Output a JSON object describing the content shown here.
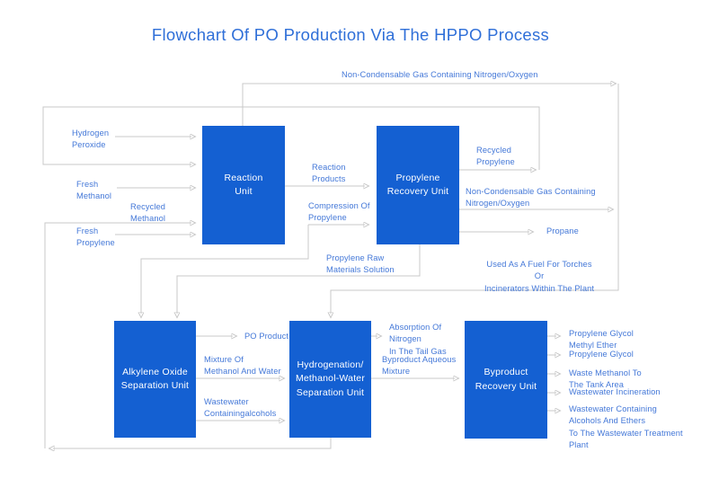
{
  "title": "Flowchart Of PO Production Via The HPPO Process",
  "colors": {
    "node_fill": "#1460D2",
    "node_text": "#ffffff",
    "label_text": "#4478D8",
    "title_text": "#2F6FD8",
    "line": "#C8C8C8",
    "arrowhead": "#969696"
  },
  "nodes": {
    "reaction": "Reaction\nUnit",
    "recovery": "Propylene\nRecovery Unit",
    "alkylene": "Alkylene Oxide\nSeparation Unit",
    "hydrogenation": "Hydrogenation/\nMethanol-Water\nSeparation Unit",
    "byproduct": "Byproduct\nRecovery Unit"
  },
  "flow_labels": {
    "hydrogen_peroxide": "Hydrogen\nPeroxide",
    "fresh_methanol": "Fresh\nMethanol",
    "recycled_methanol": "Recycled\nMethanol",
    "fresh_propylene": "Fresh\nPropylene",
    "reaction_products": "Reaction\nProducts",
    "compression_of_propylene": "Compression Of\nPropylene",
    "non_condensable_top": "Non-Condensable Gas Containing Nitrogen/Oxygen",
    "recycled_propylene": "Recycled\nPropylene",
    "non_condensable_right": "Non-Condensable Gas Containing\nNitrogen/Oxygen",
    "propane": "Propane",
    "used_as_fuel": "Used As A Fuel For Torches Or\nIncinerators Within The Plant",
    "propylene_raw_solution": "Propylene Raw\nMaterials Solution",
    "po_product": "PO Product",
    "mixture_methanol_water": "Mixture Of\nMethanol And Water",
    "wastewater_alcohols": "Wastewater\nContainingalcohols",
    "absorption_nitrogen": "Absorption Of\nNitrogen\nIn The Tail Gas",
    "byproduct_aqueous": "Byproduct Aqueous\nMixture",
    "out_pg_methyl_ether": "Propylene Glycol\nMethyl Ether",
    "out_propylene_glycol": "Propylene Glycol",
    "out_waste_methanol": "Waste Methanol To\nThe Tank Area",
    "out_wastewater_incineration": "Wastewater Incineration",
    "out_wastewater_treatment": "Wastewater Containing\nAlcohols And Ethers\nTo The Wastewater Treatment\nPlant"
  }
}
